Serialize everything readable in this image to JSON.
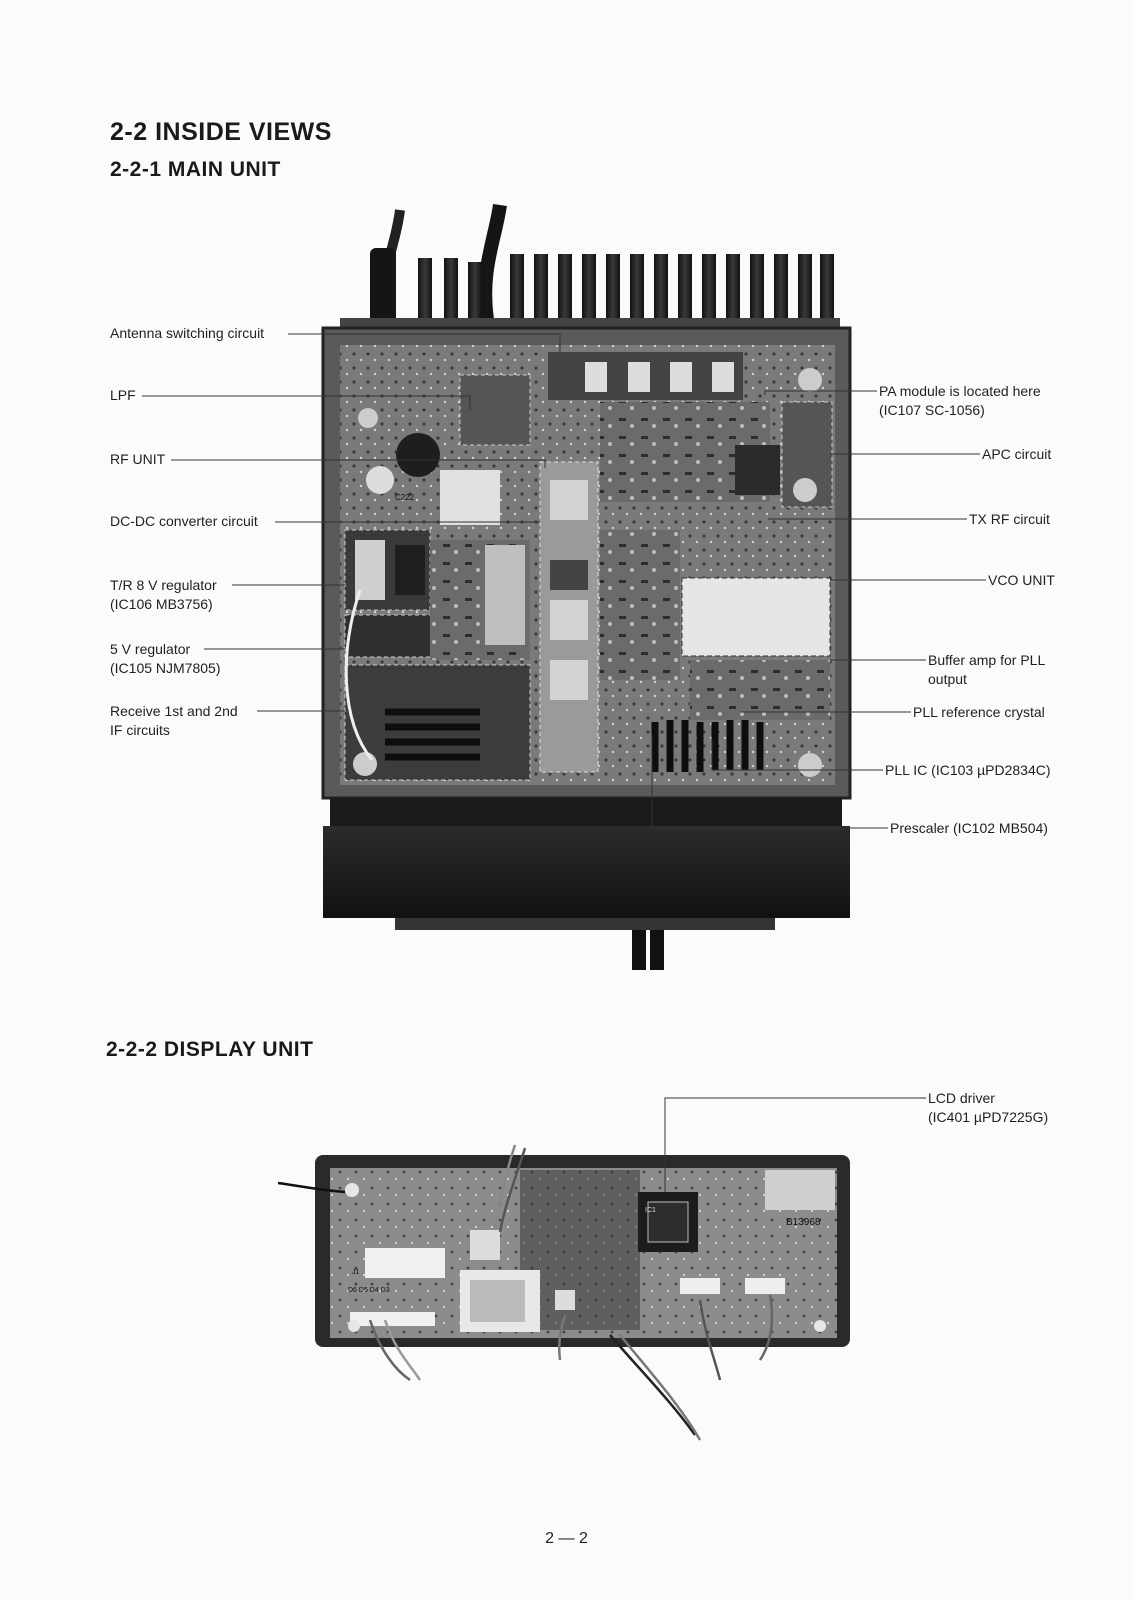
{
  "headings": {
    "section": "2-2 INSIDE VIEWS",
    "main_unit": "2-2-1 MAIN UNIT",
    "display_unit": "2-2-2 DISPLAY UNIT"
  },
  "main_unit_labels": {
    "antenna_switching": "Antenna switching circuit",
    "lpf": "LPF",
    "rf_unit": "RF UNIT",
    "dcdc": "DC-DC converter circuit",
    "tr_regulator_1": "T/R 8 V regulator",
    "tr_regulator_2": "(IC106 MB3756)",
    "v5_regulator_1": "5 V regulator",
    "v5_regulator_2": "(IC105 NJM7805)",
    "receive_if_1": "Receive 1st and 2nd",
    "receive_if_2": "IF circuits",
    "pa_module_1": "PA module is located here",
    "pa_module_2": "(IC107 SC-1056)",
    "apc": "APC circuit",
    "tx_rf": "TX RF circuit",
    "vco": "VCO UNIT",
    "buffer_amp_1": "Buffer amp for PLL",
    "buffer_amp_2": "output",
    "pll_crystal": "PLL reference crystal",
    "pll_ic": "PLL IC (IC103 µPD2834C)",
    "prescaler": "Prescaler (IC102 MB504)"
  },
  "display_unit_labels": {
    "lcd_driver_1": "LCD driver",
    "lcd_driver_2": "(IC401 µPD7225G)"
  },
  "board_markings": {
    "c222": "C222",
    "ic1": "IC1",
    "b13968": "B13968",
    "j1": "J1",
    "d_row": "D6  D5  D4  D3"
  },
  "page_number": "2 — 2"
}
